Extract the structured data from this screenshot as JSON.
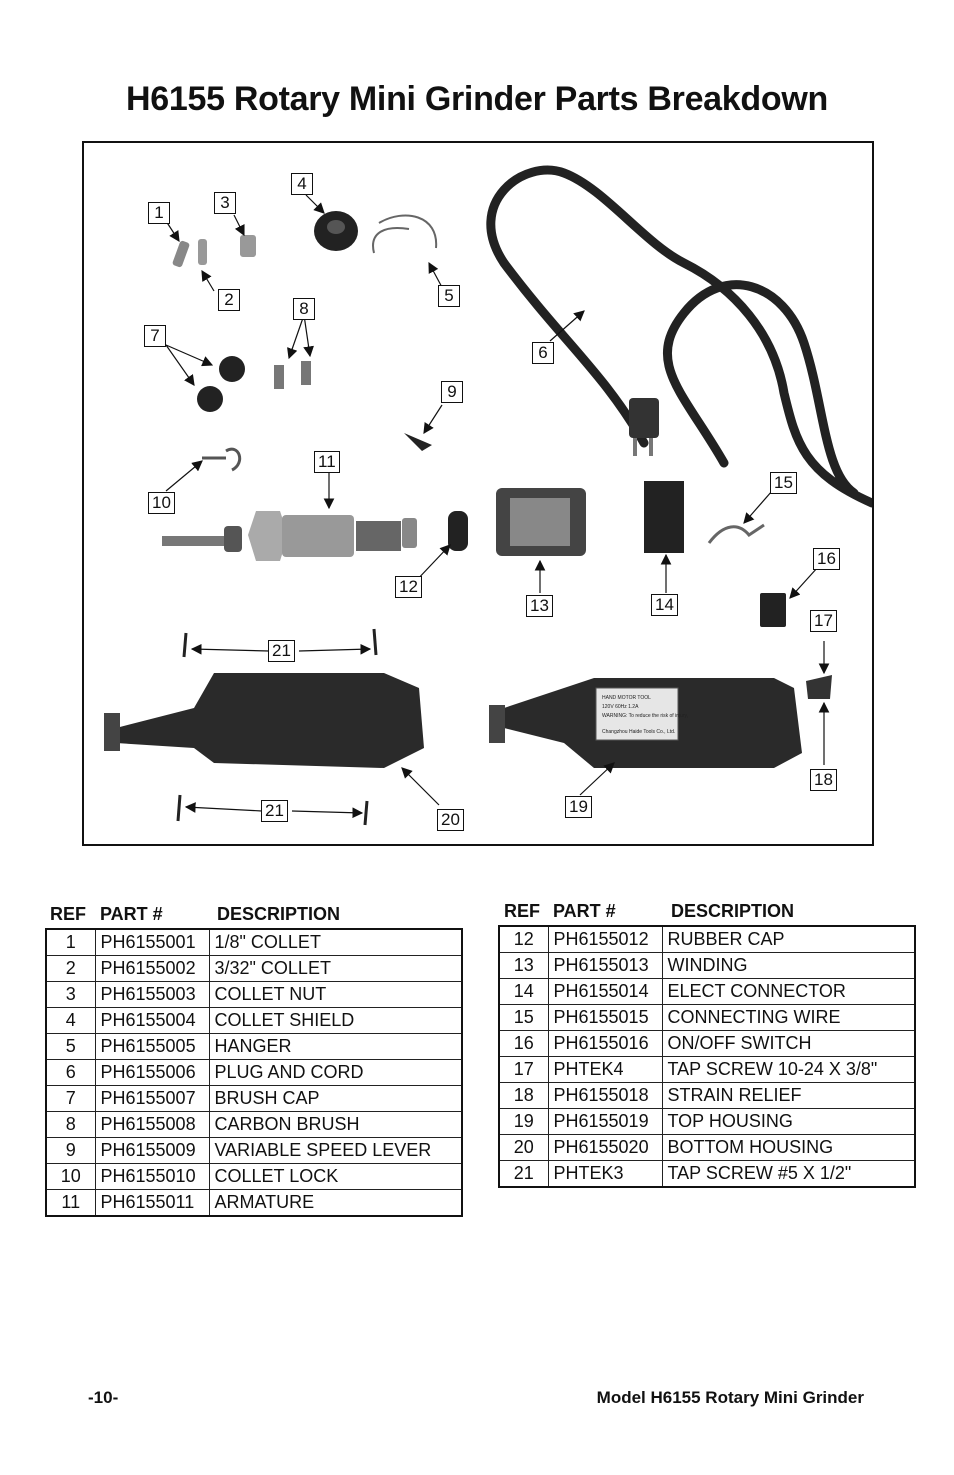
{
  "title": "H6155 Rotary Mini Grinder Parts Breakdown",
  "figure": {
    "callouts": [
      "1",
      "2",
      "3",
      "4",
      "5",
      "6",
      "7",
      "8",
      "9",
      "10",
      "11",
      "12",
      "13",
      "14",
      "15",
      "16",
      "17",
      "18",
      "19",
      "20",
      "21",
      "21"
    ],
    "label_lines": [
      "HAND MOTOR TOOL",
      "120V 60Hz 1.2A",
      "WARNING: To reduce the risk of injury,",
      "Changzhou Haide Tools Co., Ltd."
    ]
  },
  "table_headers": {
    "ref": "REF",
    "part": "PART #",
    "description": "DESCRIPTION"
  },
  "left_table": [
    {
      "ref": "1",
      "part": "PH6155001",
      "desc": "1/8\" COLLET"
    },
    {
      "ref": "2",
      "part": "PH6155002",
      "desc": "3/32\" COLLET"
    },
    {
      "ref": "3",
      "part": "PH6155003",
      "desc": "COLLET NUT"
    },
    {
      "ref": "4",
      "part": "PH6155004",
      "desc": "COLLET SHIELD"
    },
    {
      "ref": "5",
      "part": "PH6155005",
      "desc": "HANGER"
    },
    {
      "ref": "6",
      "part": "PH6155006",
      "desc": "PLUG AND CORD"
    },
    {
      "ref": "7",
      "part": "PH6155007",
      "desc": "BRUSH CAP"
    },
    {
      "ref": "8",
      "part": "PH6155008",
      "desc": "CARBON BRUSH"
    },
    {
      "ref": "9",
      "part": "PH6155009",
      "desc": "VARIABLE SPEED LEVER"
    },
    {
      "ref": "10",
      "part": "PH6155010",
      "desc": "COLLET LOCK"
    },
    {
      "ref": "11",
      "part": "PH6155011",
      "desc": "ARMATURE"
    }
  ],
  "right_table": [
    {
      "ref": "12",
      "part": "PH6155012",
      "desc": "RUBBER CAP"
    },
    {
      "ref": "13",
      "part": "PH6155013",
      "desc": "WINDING"
    },
    {
      "ref": "14",
      "part": "PH6155014",
      "desc": "ELECT CONNECTOR"
    },
    {
      "ref": "15",
      "part": "PH6155015",
      "desc": "CONNECTING WIRE"
    },
    {
      "ref": "16",
      "part": "PH6155016",
      "desc": "ON/OFF SWITCH"
    },
    {
      "ref": "17",
      "part": "PHTEK4",
      "desc": "TAP SCREW 10-24 X 3/8\""
    },
    {
      "ref": "18",
      "part": "PH6155018",
      "desc": "STRAIN RELIEF"
    },
    {
      "ref": "19",
      "part": "PH6155019",
      "desc": "TOP HOUSING"
    },
    {
      "ref": "20",
      "part": "PH6155020",
      "desc": "BOTTOM HOUSING"
    },
    {
      "ref": "21",
      "part": "PHTEK3",
      "desc": "TAP SCREW #5 X 1/2\""
    }
  ],
  "footer": {
    "page": "-10-",
    "model": "Model H6155 Rotary Mini Grinder"
  }
}
